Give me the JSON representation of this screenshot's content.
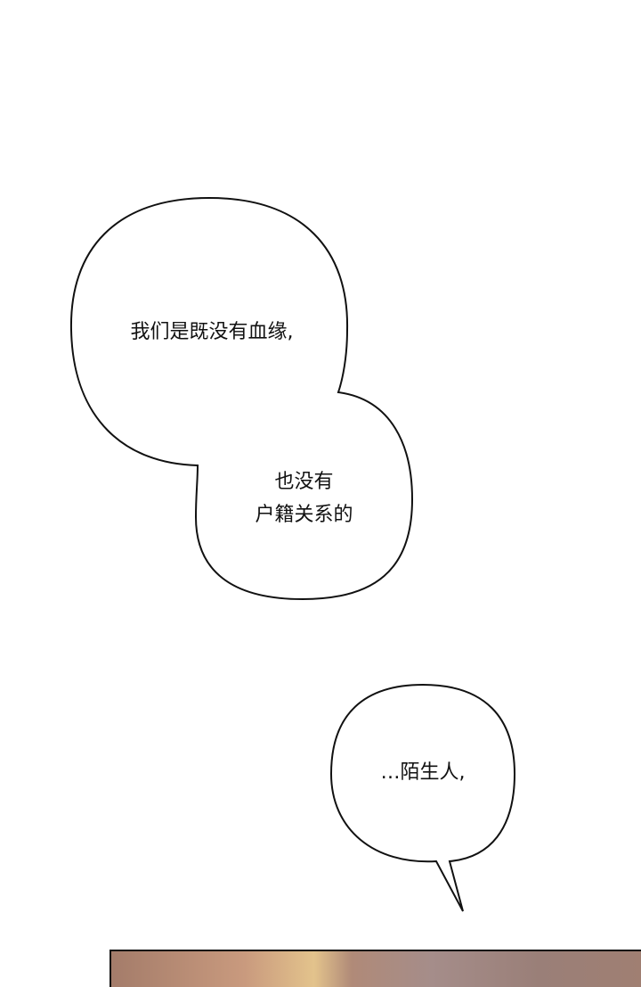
{
  "bubbles": [
    {
      "lines": [
        "我们是既没有血缘,"
      ]
    },
    {
      "lines": [
        "也没有",
        "户籍关系的"
      ]
    },
    {
      "lines": [
        "…陌生人,"
      ]
    }
  ]
}
